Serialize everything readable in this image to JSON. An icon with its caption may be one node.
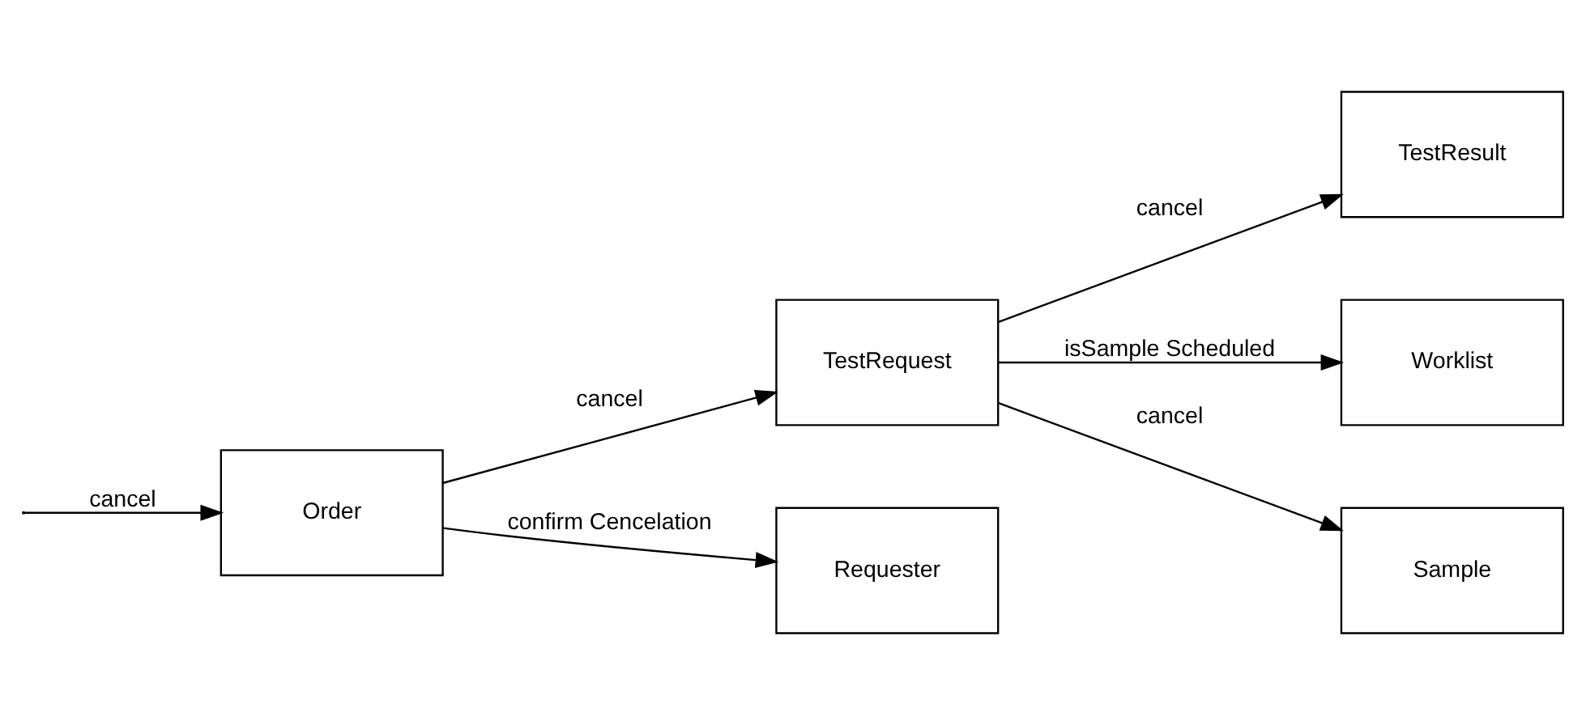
{
  "diagram": {
    "nodes": [
      {
        "text": [
          "Order"
        ]
      },
      {
        "text": [
          "TestRequest"
        ]
      },
      {
        "text": [
          "TestResult"
        ]
      },
      {
        "text": [
          "Requester"
        ]
      },
      {
        "text": [
          "Worklist"
        ]
      },
      {
        "text": [
          "Sample"
        ]
      }
    ],
    "edges": [
      {
        "from": null,
        "to": 0,
        "arrow": "to",
        "label": "cancel"
      },
      {
        "from": 0,
        "to": 1,
        "arrow": "to",
        "label": "cancel"
      },
      {
        "from": 1,
        "to": 2,
        "arrow": "to",
        "label": "cancel"
      },
      {
        "from": 0,
        "to": 3,
        "arrow": "to",
        "label": "confirm Cencelation"
      },
      {
        "from": 1,
        "to": 4,
        "arrow": "to",
        "label": "isSample Scheduled"
      },
      {
        "from": 1,
        "to": 5,
        "arrow": "to",
        "label": "cancel"
      }
    ]
  }
}
